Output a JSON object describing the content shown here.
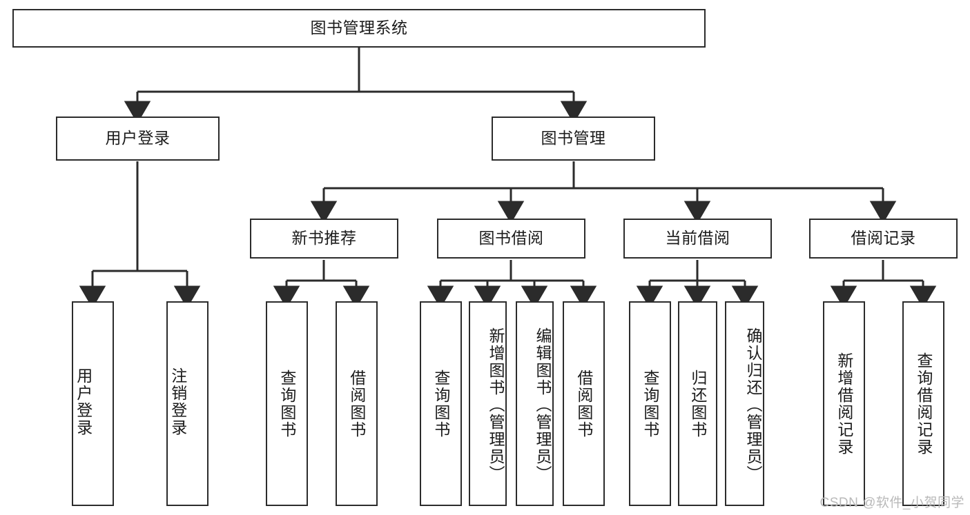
{
  "diagram": {
    "title": "图书管理系统",
    "type": "tree-hierarchy-chart",
    "root": {
      "id": "root",
      "label": "图书管理系统"
    },
    "level2": [
      {
        "id": "user-login",
        "label": "用户登录"
      },
      {
        "id": "book-manage",
        "label": "图书管理"
      }
    ],
    "level3": [
      {
        "id": "new-book-recommend",
        "label": "新书推荐",
        "parent": "book-manage"
      },
      {
        "id": "book-borrow",
        "label": "图书借阅",
        "parent": "book-manage"
      },
      {
        "id": "current-borrow",
        "label": "当前借阅",
        "parent": "book-manage"
      },
      {
        "id": "borrow-record",
        "label": "借阅记录",
        "parent": "book-manage"
      }
    ],
    "leaves": {
      "user-login": [
        {
          "id": "leaf-user-login",
          "label": "用户登录"
        },
        {
          "id": "leaf-user-logout",
          "label": "注销登录"
        }
      ],
      "new-book-recommend": [
        {
          "id": "leaf-query-book-1",
          "label": "查询图书"
        },
        {
          "id": "leaf-borrow-book-1",
          "label": "借阅图书"
        }
      ],
      "book-borrow": [
        {
          "id": "leaf-query-book-2",
          "label": "查询图书"
        },
        {
          "id": "leaf-add-book",
          "label": "新增图书（管理员）"
        },
        {
          "id": "leaf-edit-book",
          "label": "编辑图书（管理员）"
        },
        {
          "id": "leaf-borrow-book-2",
          "label": "借阅图书"
        }
      ],
      "current-borrow": [
        {
          "id": "leaf-query-book-3",
          "label": "查询图书"
        },
        {
          "id": "leaf-return-book",
          "label": "归还图书"
        },
        {
          "id": "leaf-confirm-return",
          "label": "确认归还（管理员）"
        }
      ],
      "borrow-record": [
        {
          "id": "leaf-add-record",
          "label": "新增借阅记录"
        },
        {
          "id": "leaf-query-record",
          "label": "查询借阅记录"
        }
      ]
    }
  },
  "watermark": {
    "text": "CSDN @软件_小贺同学"
  },
  "colors": {
    "stroke": "#2b2b2b",
    "fill": "#ffffff",
    "text": "#1b1b1b",
    "watermark": "#b9b9b9"
  }
}
